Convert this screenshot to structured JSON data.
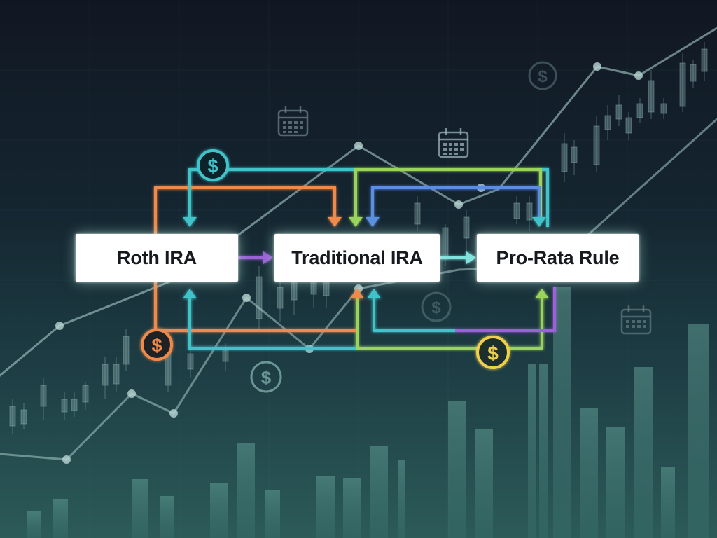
{
  "nodes": {
    "roth": {
      "label": "Roth IRA"
    },
    "traditional": {
      "label": "Traditional IRA"
    },
    "pro_rata": {
      "label": "Pro-Rata Rule"
    }
  },
  "symbols": {
    "dollar": "$"
  },
  "icons": [
    "dollar-coin-icon",
    "calendar-icon"
  ],
  "colors": {
    "orange": "#f08a4b",
    "teal": "#3fc3c9",
    "green": "#9bd45a",
    "blue": "#5a8fe0",
    "purple": "#9a62d6",
    "gold": "#f0d04a",
    "box": "#ffffff"
  }
}
